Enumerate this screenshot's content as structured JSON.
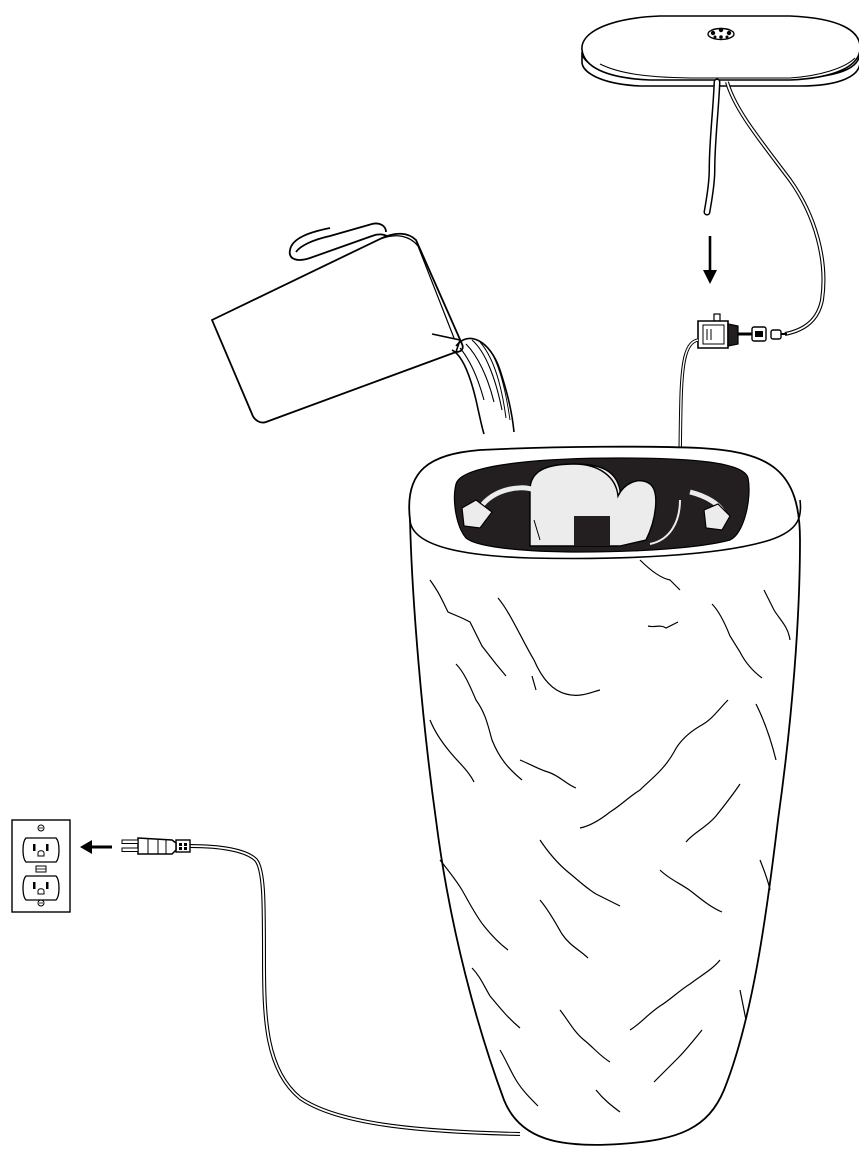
{
  "diagram": {
    "colors": {
      "line": "#000000",
      "fill": "#ffffff",
      "cavity": "#231f20",
      "pump_white": "#ececec"
    },
    "parts": [
      {
        "name": "fountain-lid",
        "icon": "basin-lid-icon"
      },
      {
        "name": "spout-nozzle",
        "icon": "nozzle-icon"
      },
      {
        "name": "water-tube",
        "icon": "tube-icon"
      },
      {
        "name": "light-cord",
        "icon": "cable-icon"
      },
      {
        "name": "down-arrow",
        "icon": "arrow-down-icon"
      },
      {
        "name": "water-pump",
        "icon": "pump-icon"
      },
      {
        "name": "cord-connector",
        "icon": "connector-icon"
      },
      {
        "name": "watering-pitcher",
        "icon": "pitcher-icon"
      },
      {
        "name": "water-stream",
        "icon": "water-pour-icon"
      },
      {
        "name": "stone-vase-fountain",
        "icon": "vase-icon"
      },
      {
        "name": "power-cord",
        "icon": "cable-icon"
      },
      {
        "name": "power-plug",
        "icon": "plug-icon"
      },
      {
        "name": "left-arrow",
        "icon": "arrow-left-icon"
      },
      {
        "name": "wall-outlet",
        "icon": "outlet-icon"
      }
    ]
  }
}
